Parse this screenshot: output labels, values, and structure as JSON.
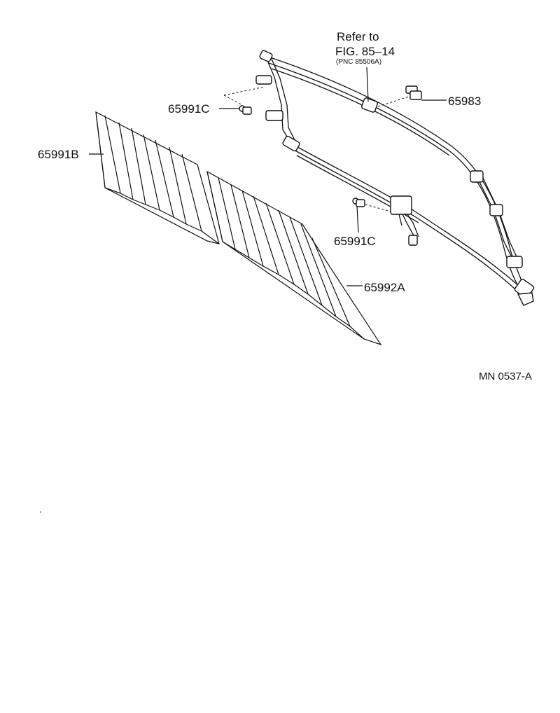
{
  "diagram": {
    "labels": {
      "refer_line1": "Refer to",
      "refer_line2": "FIG. 85–14",
      "refer_line3": "(PNC 85506A)",
      "part_65983": "65983",
      "part_65991C_top": "65991C",
      "part_65991C_bottom": "65991C",
      "part_65991B": "65991B",
      "part_65992A": "65992A",
      "ref_code": "MN 0537-A"
    }
  }
}
